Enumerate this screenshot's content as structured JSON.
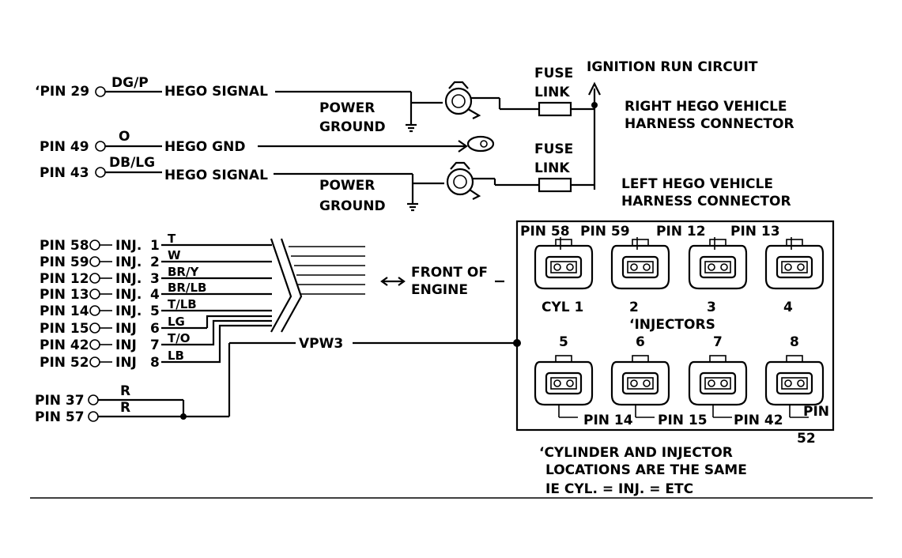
{
  "top": {
    "pin29": "‘PIN 29",
    "pin49": "PIN 49",
    "pin43": "PIN 43",
    "dgp": "DG/P",
    "o": "O",
    "dblg": "DB/LG",
    "hego_signal_1": "HEGO SIGNAL",
    "hego_gnd": "HEGO GND",
    "hego_signal_2": "HEGO SIGNAL",
    "power_1": "POWER",
    "ground_1": "GROUND",
    "power_2": "POWER",
    "ground_2": "GROUND",
    "fuse_1": "FUSE",
    "link_1": "LINK",
    "fuse_2": "FUSE",
    "link_2": "LINK",
    "ignition": "IGNITION RUN CIRCUIT",
    "right_hego_1": "RIGHT HEGO VEHICLE",
    "right_hego_2": "HARNESS CONNECTOR",
    "left_hego_1": "LEFT HEGO VEHICLE",
    "left_hego_2": "HARNESS CONNECTOR"
  },
  "injector_rows": [
    {
      "pin": "PIN 58",
      "inj": "INJ.",
      "num": "1",
      "color": "T"
    },
    {
      "pin": "PIN 59",
      "inj": "INJ.",
      "num": "2",
      "color": "W"
    },
    {
      "pin": "PIN 12",
      "inj": "INJ.",
      "num": "3",
      "color": "BR/Y"
    },
    {
      "pin": "PIN 13",
      "inj": "INJ.",
      "num": "4",
      "color": "BR/LB"
    },
    {
      "pin": "PIN 14",
      "inj": "INJ.",
      "num": "5",
      "color": "T/LB"
    },
    {
      "pin": "PIN 15",
      "inj": "INJ",
      "num": "6",
      "color": "LG"
    },
    {
      "pin": "PIN 42",
      "inj": "INJ",
      "num": "7",
      "color": "T/O"
    },
    {
      "pin": "PIN 52",
      "inj": "INJ",
      "num": "8",
      "color": "LB"
    }
  ],
  "power": {
    "pin37": "PIN 37",
    "pin57": "PIN 57",
    "r1": "R",
    "r2": "R",
    "vpw": "VPW3"
  },
  "front": {
    "line1": "FRONT OF",
    "line2": "ENGINE"
  },
  "connectors": {
    "top_pins": [
      "PIN 58",
      "PIN 59",
      "PIN 12",
      "PIN 13"
    ],
    "cyl_labels": [
      "CYL 1",
      "2",
      "3",
      "4"
    ],
    "injectors": "‘INJECTORS",
    "bottom_nums": [
      "5",
      "6",
      "7",
      "8"
    ],
    "bottom_pins": [
      "PIN 14",
      "PIN 15",
      "PIN 42",
      "PIN",
      "52"
    ]
  },
  "note": {
    "line1": "‘CYLINDER AND INJECTOR",
    "line2": "LOCATIONS ARE THE SAME",
    "line3": "IE CYL. = INJ. = ETC"
  }
}
